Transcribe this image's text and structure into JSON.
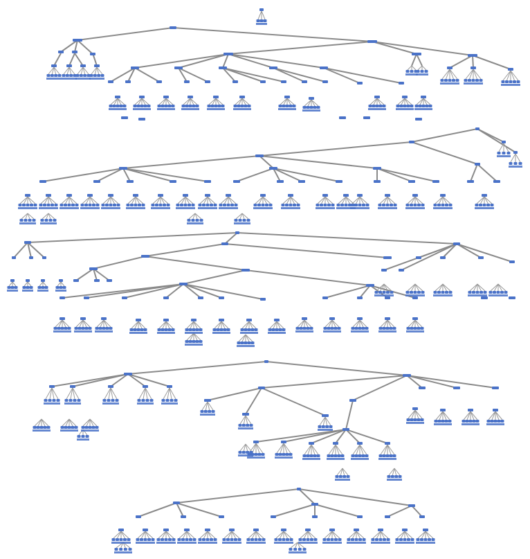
{
  "figure": {
    "description_type": "forest of phrase-structure trees",
    "node_color": "#4a72c8",
    "edge_color": "#8a8a8a",
    "background": "#ffffff"
  },
  "trees": [
    {
      "id": "tree-0"
    },
    {
      "id": "tree-1"
    },
    {
      "id": "tree-2"
    },
    {
      "id": "tree-3"
    },
    {
      "id": "tree-4"
    },
    {
      "id": "tree-5"
    }
  ]
}
